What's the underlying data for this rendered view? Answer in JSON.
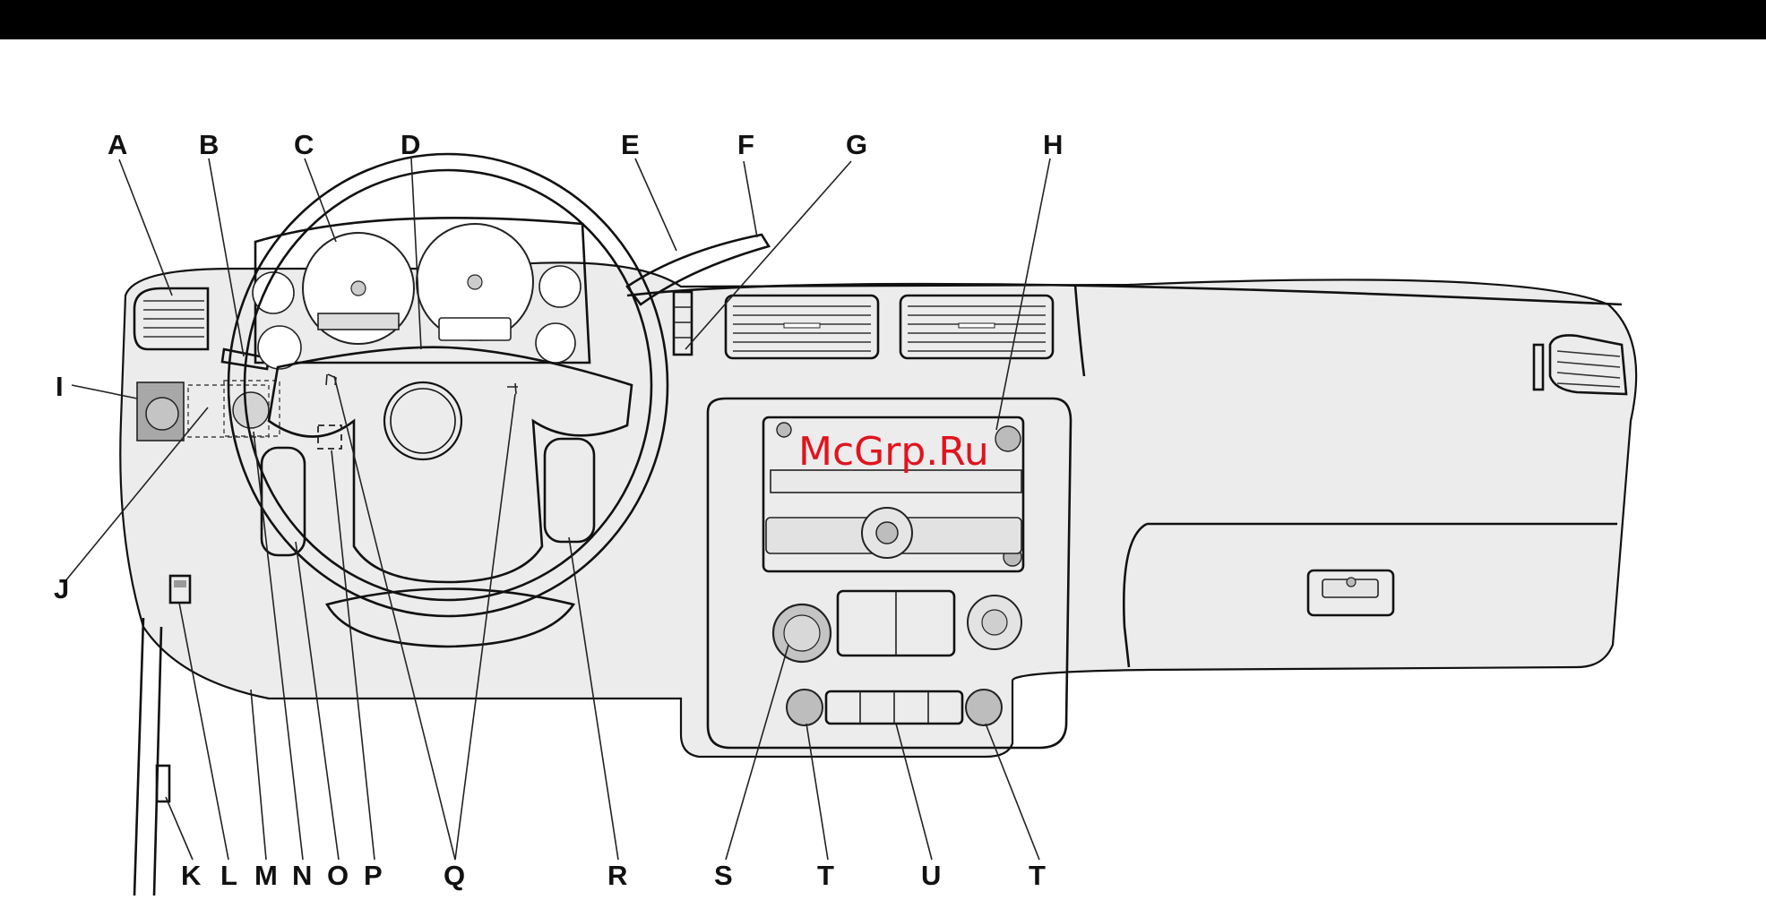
{
  "watermark": "McGrp.Ru",
  "callouts": {
    "A": "A",
    "B": "B",
    "C": "C",
    "D": "D",
    "E": "E",
    "F": "F",
    "G": "G",
    "H": "H",
    "I": "I",
    "J": "J",
    "K": "K",
    "L": "L",
    "M": "M",
    "N": "N",
    "O": "O",
    "P": "P",
    "Q": "Q",
    "R": "R",
    "S": "S",
    "T1": "T",
    "U": "U",
    "T2": "T"
  },
  "colors": {
    "background": "#ffffff",
    "top_bar": "#000000",
    "dash_fill": "#ececec",
    "watermark": "#e0141e"
  }
}
